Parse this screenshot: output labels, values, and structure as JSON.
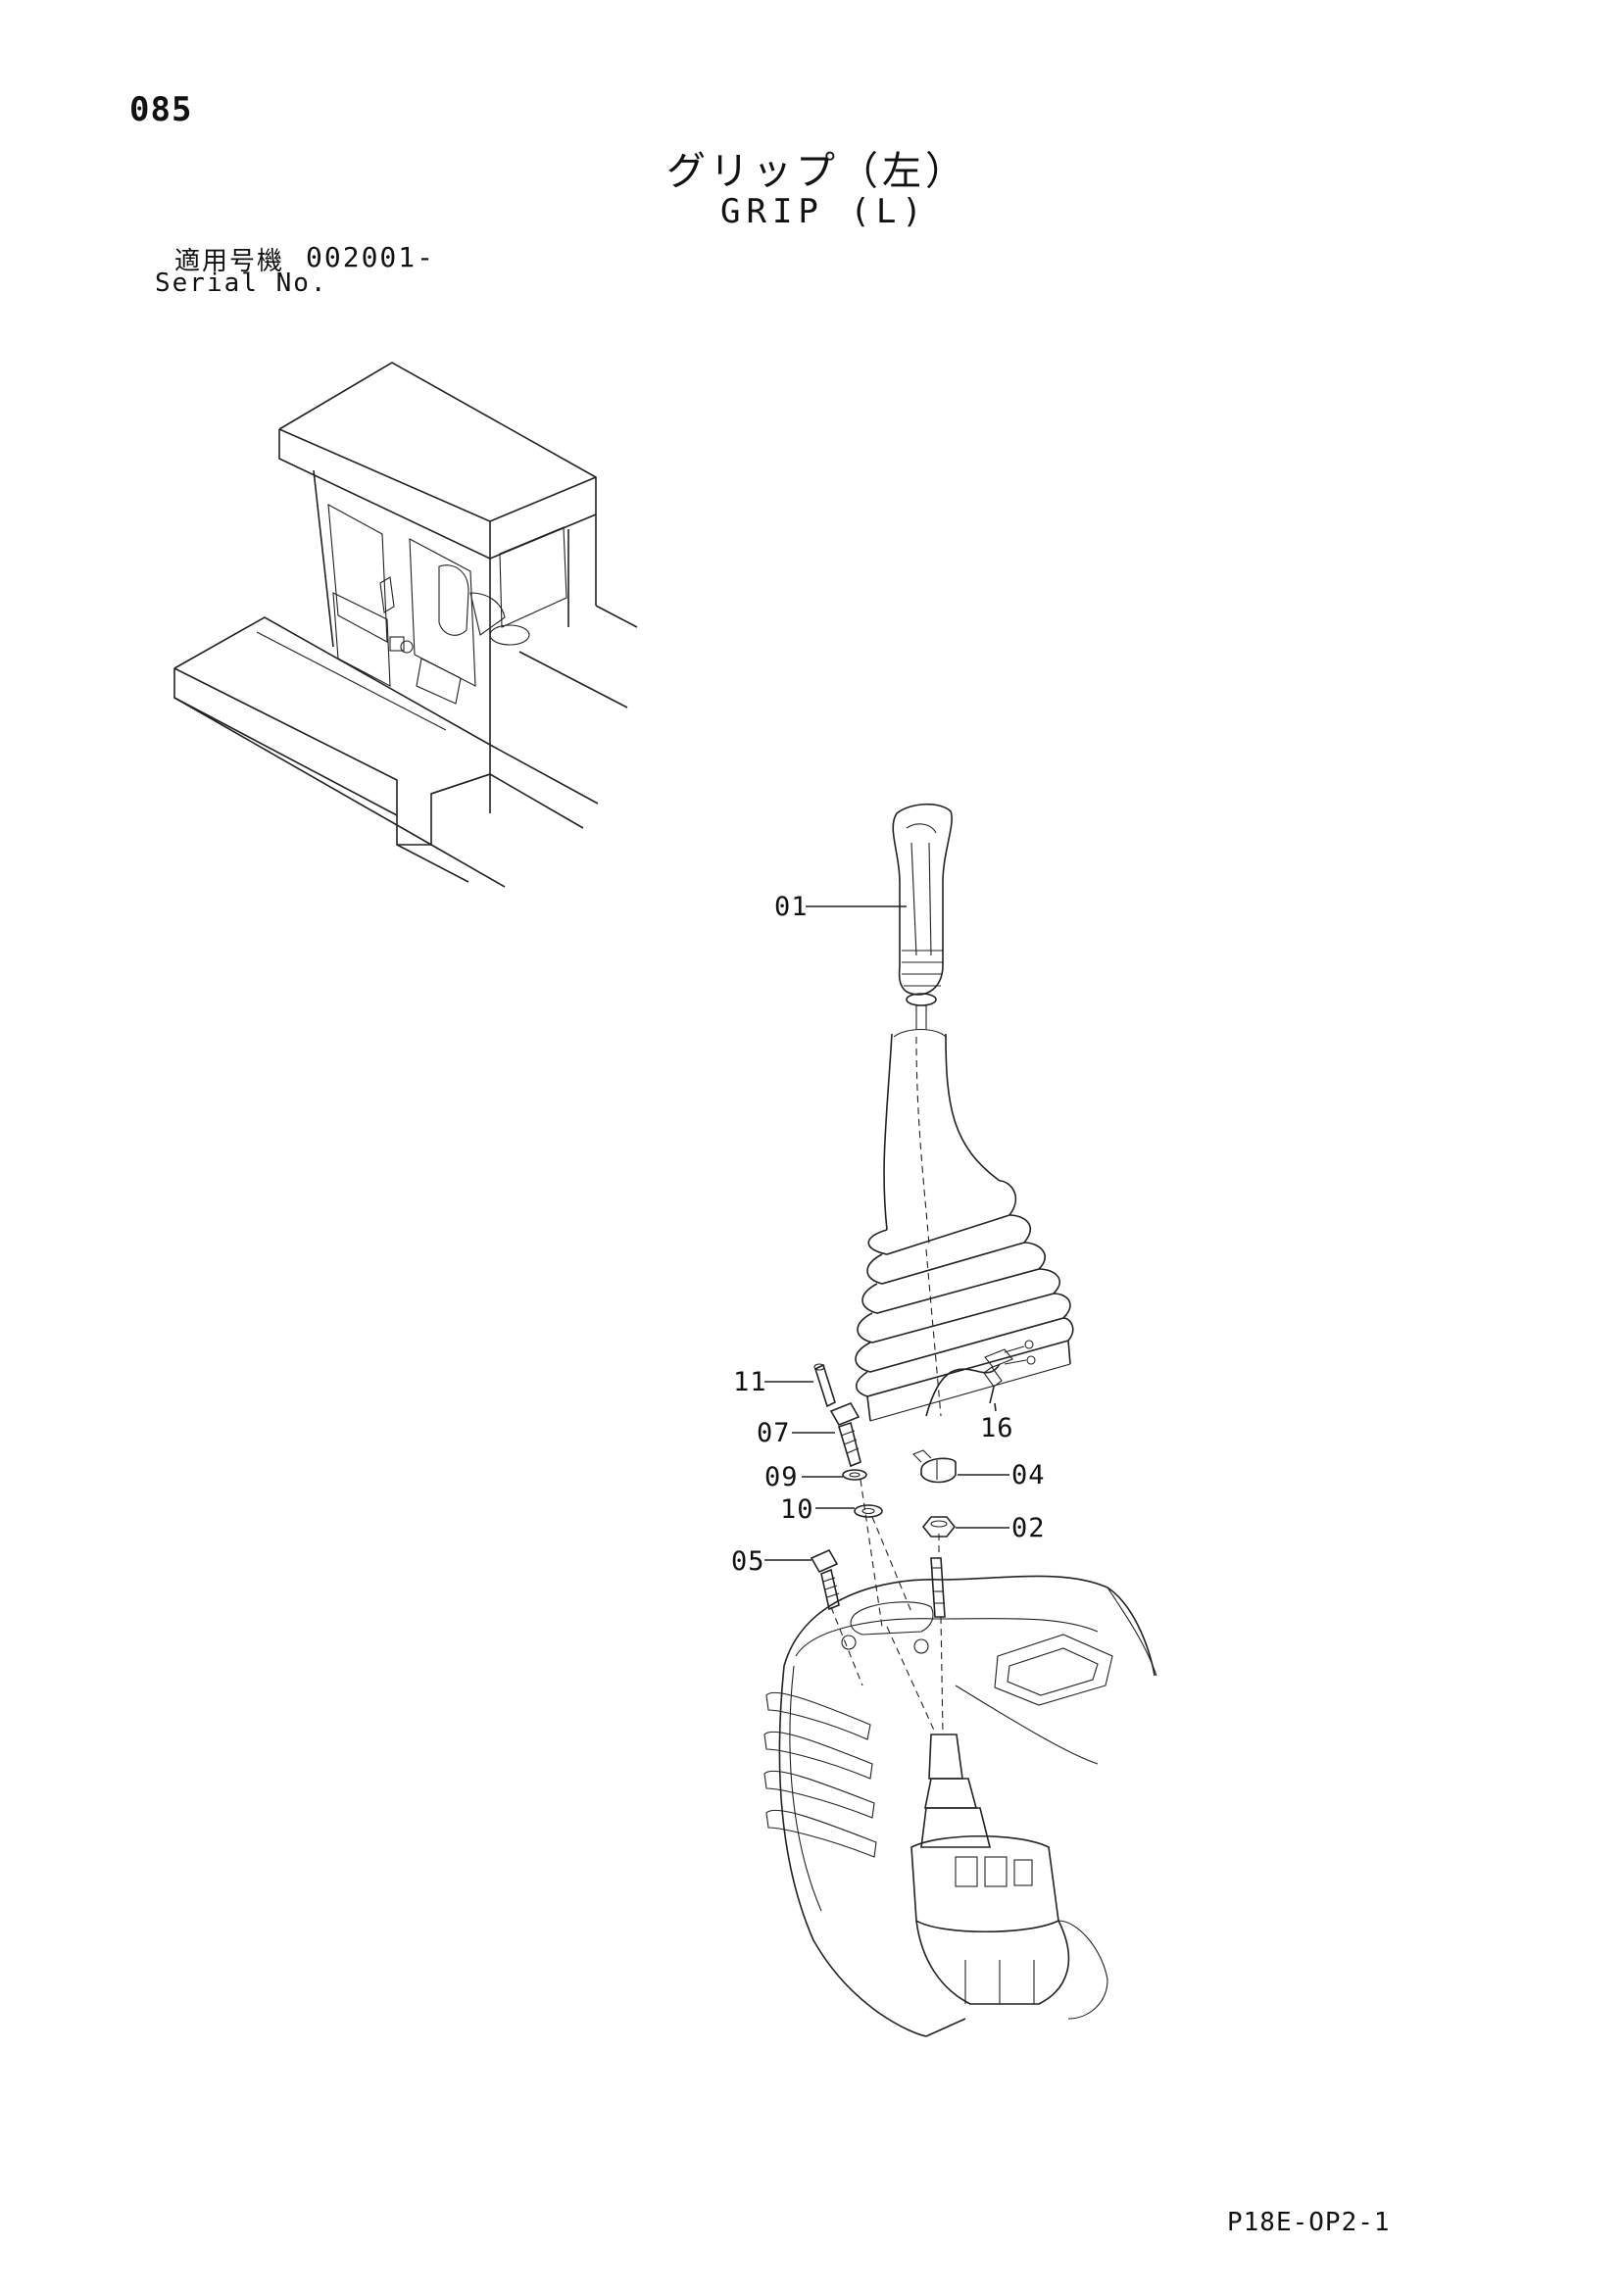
{
  "header": {
    "page_number": "085",
    "title_jp": "グリップ（左）",
    "title_en": "GRIP (L)",
    "serial_label_jp": "適用号機",
    "serial_value": "002001-",
    "serial_label_en": "Serial No."
  },
  "callouts": [
    {
      "id": "01"
    },
    {
      "id": "11"
    },
    {
      "id": "07"
    },
    {
      "id": "09"
    },
    {
      "id": "10"
    },
    {
      "id": "05"
    },
    {
      "id": "16"
    },
    {
      "id": "04"
    },
    {
      "id": "02"
    }
  ],
  "footer": {
    "doc_code": "P18E-OP2-1"
  }
}
